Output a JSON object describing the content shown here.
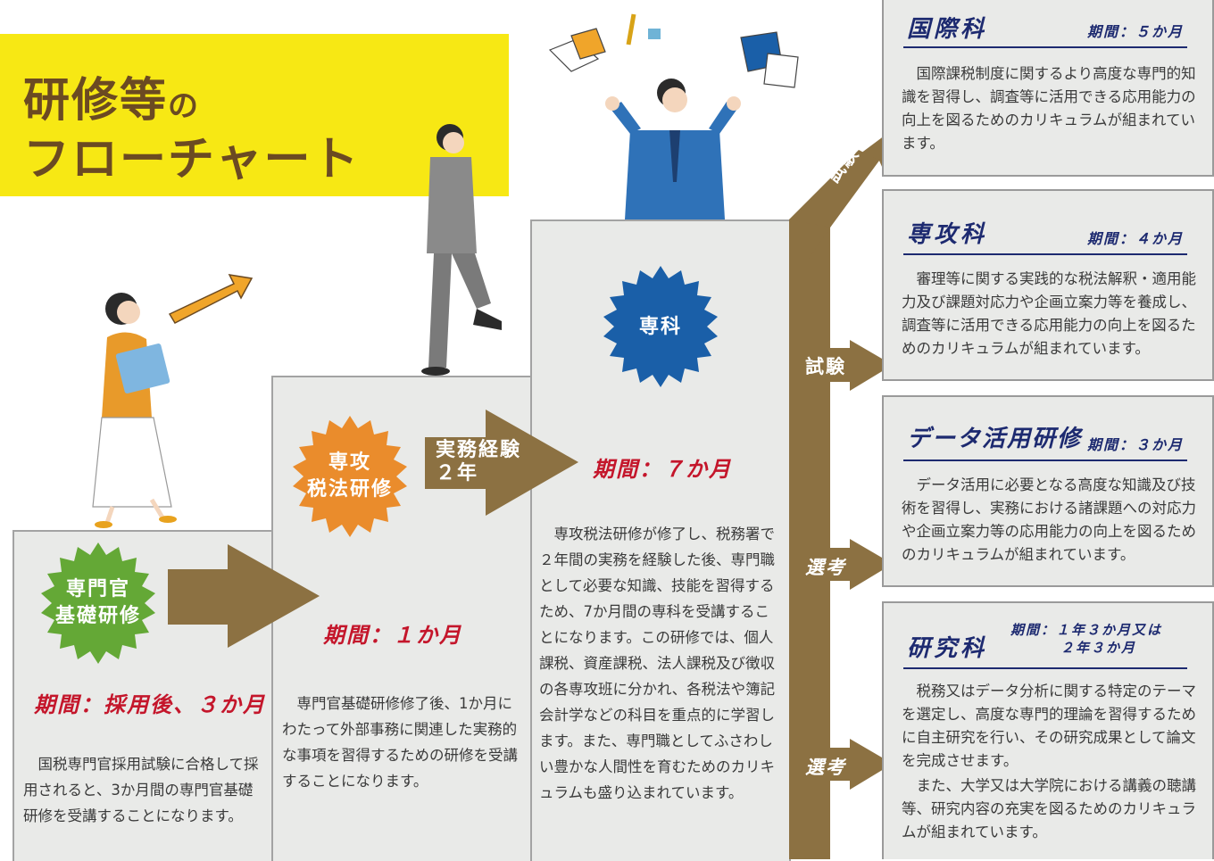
{
  "title": {
    "line1_main": "研修等",
    "line1_small": "の",
    "line2": "フローチャート"
  },
  "steps": {
    "basic": {
      "badge_line1": "専門官",
      "badge_line2": "基礎研修",
      "period": "期間：採用後、３か月",
      "description": "国税専門官採用試験に合格して採用されると、3か月間の専門官基礎研修を受講することになります。"
    },
    "tax_law": {
      "badge_line1": "専攻",
      "badge_line2": "税法研修",
      "period": "期間：１か月",
      "description": "専門官基礎研修修了後、1か月にわたって外部事務に関連した実務的な事項を習得するための研修を受講することになります。"
    },
    "experience_arrow": {
      "line1": "実務経験",
      "line2": "２年"
    },
    "senka": {
      "badge": "専科",
      "period": "期間：７か月",
      "description": "専攻税法研修が修了し、税務署で２年間の実務を経験した後、専門職として必要な知識、技能を習得するため、7か月間の専科を受講することになります。この研修では、個人課税、資産課税、法人課税及び徴収の各専攻班に分かれ、各税法や簿記会計学などの科目を重点的に学習します。また、専門職としてふさわしい豊かな人間性を育むためのカリキュラムも盛り込まれています。"
    }
  },
  "branch_labels": {
    "to_kokusai": "試験",
    "to_senko": "試験",
    "to_data": "選考",
    "to_kenkyu": "選考"
  },
  "cards": {
    "kokusai": {
      "title": "国際科",
      "period": "期間：５か月",
      "description": "国際課税制度に関するより高度な専門的知識を習得し、調査等に活用できる応用能力の向上を図るためのカリキュラムが組まれています。"
    },
    "senko": {
      "title": "専攻科",
      "period": "期間：４か月",
      "description": "審理等に関する実践的な税法解釈・適用能力及び課題対応力や企画立案力等を養成し、調査等に活用できる応用能力の向上を図るためのカリキュラムが組まれています。"
    },
    "data": {
      "title": "データ活用研修",
      "period": "期間：３か月",
      "description": "データ活用に必要となる高度な知識及び技術を習得し、実務における諸課題への対応力や企画立案力等の応用能力の向上を図るためのカリキュラムが組まれています。"
    },
    "kenkyu": {
      "title": "研究科",
      "period_line1": "期間：１年３か月又は",
      "period_line2": "２年３か月",
      "description1": "税務又はデータ分析に関する特定のテーマを選定し、高度な専門的理論を習得するために自主研究を行い、その研究成果として論文を完成させます。",
      "description2": "また、大学又は大学院における講義の聴講等、研究内容の充実を図るためのカリキュラムが組まれています。"
    }
  },
  "colors": {
    "title_bg": "#f7e814",
    "arrow_brown": "#8c7142",
    "badge_green": "#64a836",
    "badge_orange": "#ea8c2c",
    "badge_blue": "#1a5fa8",
    "period_red": "#c4162b",
    "card_navy": "#1d2a70",
    "step_gray": "#e9eae8"
  }
}
